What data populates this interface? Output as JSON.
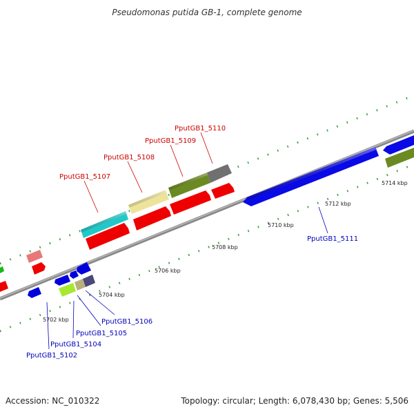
{
  "title": "Pseudomonas putida GB-1, complete genome",
  "footer": {
    "accession": "Accession: NC_010322",
    "summary": "Topology: circular; Length: 6,078,430 bp; Genes: 5,506"
  },
  "colors": {
    "forward_label": "#cc0000",
    "reverse_label": "#0000bb",
    "backbone": "#888888",
    "tick": "#339933"
  },
  "tick_labels": [
    "5702 kbp",
    "5704 kbp",
    "5706 kbp",
    "5708 kbp",
    "5710 kbp",
    "5712 kbp",
    "5714 kbp"
  ],
  "labeled_genes": [
    {
      "name": "PputGB1_5102",
      "strand": "reverse"
    },
    {
      "name": "PputGB1_5104",
      "strand": "reverse"
    },
    {
      "name": "PputGB1_5105",
      "strand": "reverse"
    },
    {
      "name": "PputGB1_5106",
      "strand": "reverse"
    },
    {
      "name": "PputGB1_5107",
      "strand": "forward"
    },
    {
      "name": "PputGB1_5108",
      "strand": "forward"
    },
    {
      "name": "PputGB1_5109",
      "strand": "forward"
    },
    {
      "name": "PputGB1_5110",
      "strand": "forward"
    },
    {
      "name": "PputGB1_5111",
      "strand": "reverse"
    }
  ]
}
